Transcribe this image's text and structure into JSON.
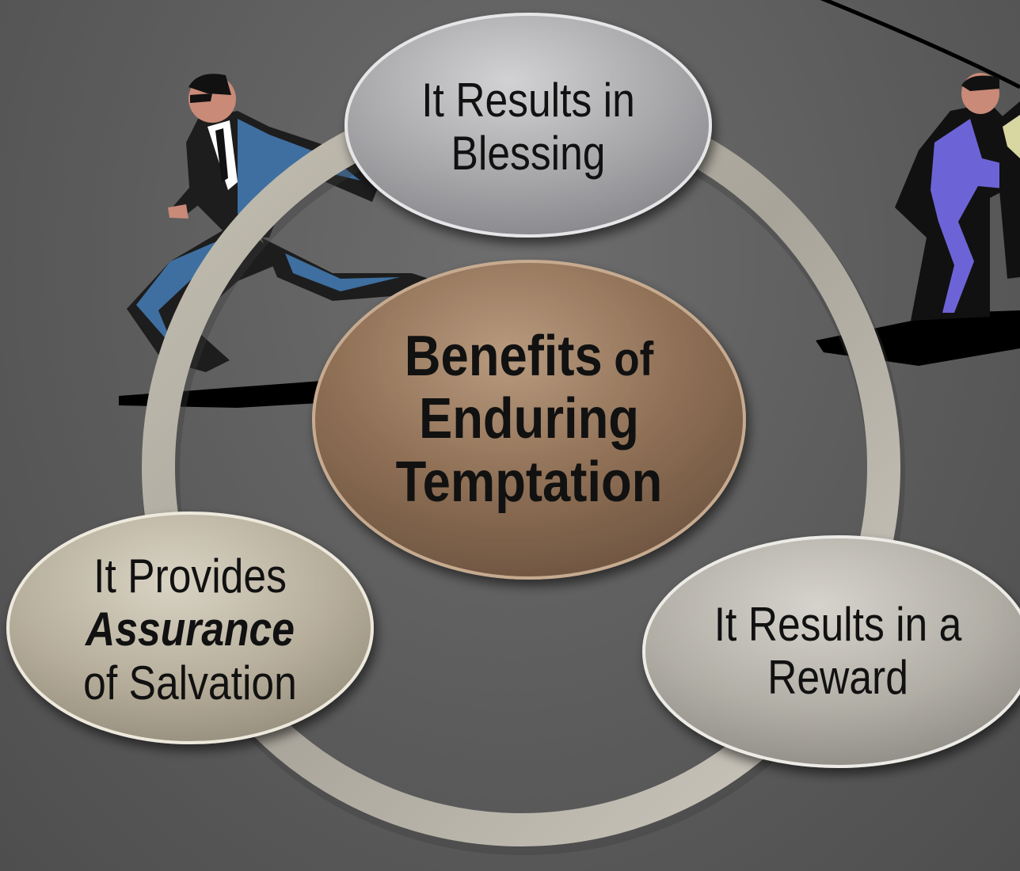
{
  "diagram": {
    "center": {
      "line1_bold": "Benefits",
      "line1_rest": " of",
      "line2": "Enduring",
      "line3": "Temptation"
    },
    "nodes": {
      "top": {
        "line1": "It Results in",
        "line2": "Blessing"
      },
      "left": {
        "line1": "It Provides",
        "line2": "Assurance",
        "line3": "of Salvation"
      },
      "right": {
        "line1": "It Results in a",
        "line2": "Reward"
      }
    }
  },
  "colors": {
    "background": "#5a5a5a",
    "center_fill": "#8f7156",
    "node_top_fill": "#a9a9ab",
    "node_left_fill": "#b8b09e",
    "node_right_fill": "#b1aea7",
    "ring": "#b9b5ab"
  },
  "icons": [
    "running-businessman-icon",
    "businessmen-handshake-icon"
  ]
}
